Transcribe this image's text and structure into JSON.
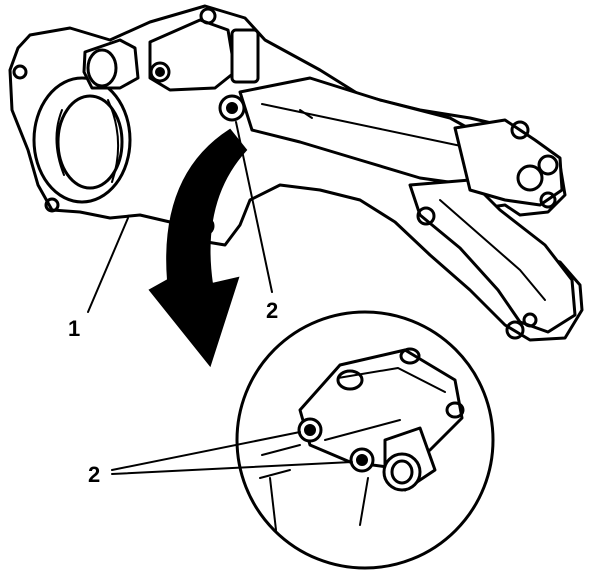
{
  "callouts": {
    "part_1": "1",
    "part_2_main": "2",
    "part_2_detail": "2"
  },
  "colors": {
    "ink": "#000000",
    "paper": "#ffffff"
  }
}
